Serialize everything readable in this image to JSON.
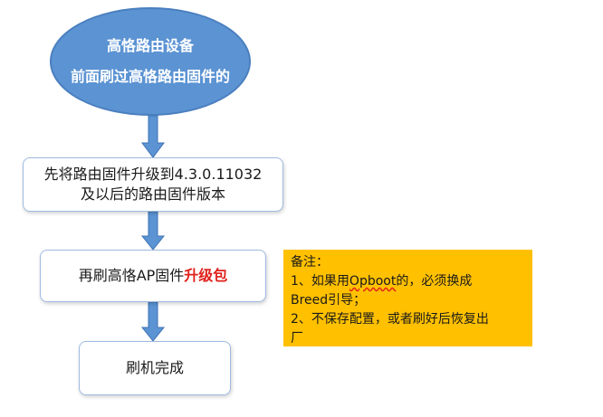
{
  "colors": {
    "oval_fill": "#5b93d3",
    "arrow_fill": "#5b93d3",
    "box_border": "#9fbbe0",
    "note_fill": "#ffc000",
    "highlight_red": "#e0201b"
  },
  "start": {
    "line1": "高恪路由设备",
    "line2": "前面刷过高恪路由固件的"
  },
  "step1": {
    "line1": "先将路由固件升级到4.3.0.11032",
    "line2": "及以后的路由固件版本"
  },
  "step2": {
    "prefix": "再刷高恪AP固件",
    "highlight": "升级包"
  },
  "step3": {
    "label": "刷机完成"
  },
  "note": {
    "title": "备注：",
    "item1_prefix": "1、如果用",
    "item1_keyword": "Opboot",
    "item1_suffix": "的，必须换成",
    "item1_line2": "Breed引导；",
    "item2_line1": "2、不保存配置，或者刷好后恢复出",
    "item2_line2": "厂"
  }
}
